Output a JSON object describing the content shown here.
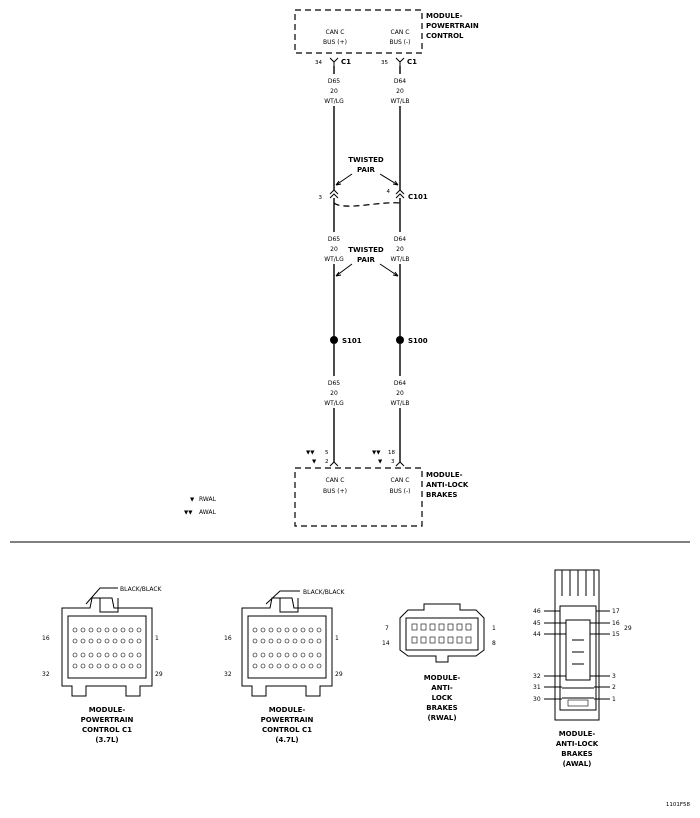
{
  "modules": {
    "pcm": {
      "name_lines": [
        "MODULE-",
        "POWERTRAIN",
        "CONTROL"
      ]
    },
    "abs": {
      "name_lines": [
        "MODULE-",
        "ANTI-LOCK",
        "BRAKES"
      ]
    }
  },
  "can_labels": {
    "plus": [
      "CAN C",
      "BUS (+)"
    ],
    "minus": [
      "CAN C",
      "BUS (-)"
    ]
  },
  "pcm_pins": {
    "left_pin": "34",
    "right_pin": "35",
    "connector": "C1"
  },
  "wires": {
    "left": {
      "circuit": "D65",
      "gauge": "20",
      "color": "WT/LG"
    },
    "right": {
      "circuit": "D64",
      "gauge": "20",
      "color": "WT/LB"
    }
  },
  "twisted_pair": [
    "TWISTED",
    "PAIR"
  ],
  "c101": {
    "label": "C101",
    "left_pin": "3",
    "right_pin": "4"
  },
  "splices": {
    "left": "S101",
    "right": "S100"
  },
  "abs_pins": {
    "left_top": "5",
    "left_bottom": "2",
    "right_top": "18",
    "right_bottom": "3"
  },
  "legend": [
    {
      "symbol": "▼",
      "text": "RWAL"
    },
    {
      "symbol": "▼▼",
      "text": "AWAL"
    }
  ],
  "connectors": {
    "pcm_37": {
      "color": "BLACK/BLACK",
      "pins": [
        "16",
        "1",
        "32",
        "29"
      ],
      "caption": [
        "MODULE-",
        "POWERTRAIN",
        "CONTROL C1",
        "(3.7L)"
      ]
    },
    "pcm_47": {
      "color": "BLACK/BLACK",
      "pins": [
        "16",
        "1",
        "32",
        "29"
      ],
      "caption": [
        "MODULE-",
        "POWERTRAIN",
        "CONTROL C1",
        "(4.7L)"
      ]
    },
    "abs_rwal": {
      "pins": [
        "7",
        "1",
        "14",
        "8"
      ],
      "caption": [
        "MODULE-",
        "ANTI-",
        "LOCK",
        "BRAKES",
        "(RWAL)"
      ]
    },
    "abs_awal": {
      "pins_left": [
        "46",
        "45",
        "44",
        "32",
        "31",
        "30"
      ],
      "pins_right": [
        "17",
        "16",
        "15",
        "29",
        "3",
        "2",
        "1"
      ],
      "caption": [
        "MODULE-",
        "ANTI-LOCK",
        "BRAKES",
        "(AWAL)"
      ]
    }
  },
  "figure_id": "1101F58"
}
